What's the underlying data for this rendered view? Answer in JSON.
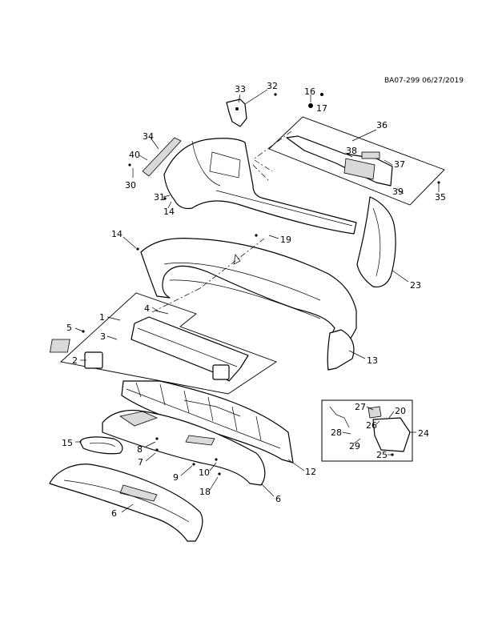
{
  "reference_code": "BA07-299 06/27/2019",
  "callouts": [
    {
      "id": "c1",
      "text": "1"
    },
    {
      "id": "c2",
      "text": "2"
    },
    {
      "id": "c3",
      "text": "3"
    },
    {
      "id": "c4",
      "text": "4"
    },
    {
      "id": "c5",
      "text": "5"
    },
    {
      "id": "c6a",
      "text": "6"
    },
    {
      "id": "c6b",
      "text": "6"
    },
    {
      "id": "c7",
      "text": "7"
    },
    {
      "id": "c8",
      "text": "8"
    },
    {
      "id": "c9",
      "text": "9"
    },
    {
      "id": "c10",
      "text": "10"
    },
    {
      "id": "c12",
      "text": "12"
    },
    {
      "id": "c13",
      "text": "13"
    },
    {
      "id": "c14a",
      "text": "14"
    },
    {
      "id": "c14b",
      "text": "14"
    },
    {
      "id": "c15",
      "text": "15"
    },
    {
      "id": "c16",
      "text": "16"
    },
    {
      "id": "c17",
      "text": "17"
    },
    {
      "id": "c18",
      "text": "18"
    },
    {
      "id": "c19",
      "text": "19"
    },
    {
      "id": "c20",
      "text": "20"
    },
    {
      "id": "c23",
      "text": "23"
    },
    {
      "id": "c24",
      "text": "24"
    },
    {
      "id": "c25",
      "text": "25"
    },
    {
      "id": "c26",
      "text": "26"
    },
    {
      "id": "c27",
      "text": "27"
    },
    {
      "id": "c28",
      "text": "28"
    },
    {
      "id": "c29",
      "text": "29"
    },
    {
      "id": "c30",
      "text": "30"
    },
    {
      "id": "c31",
      "text": "31"
    },
    {
      "id": "c32",
      "text": "32"
    },
    {
      "id": "c33",
      "text": "33"
    },
    {
      "id": "c34",
      "text": "34"
    },
    {
      "id": "c35",
      "text": "35"
    },
    {
      "id": "c36",
      "text": "36"
    },
    {
      "id": "c37",
      "text": "37"
    },
    {
      "id": "c38",
      "text": "38"
    },
    {
      "id": "c39",
      "text": "39"
    },
    {
      "id": "c40",
      "text": "40"
    }
  ]
}
